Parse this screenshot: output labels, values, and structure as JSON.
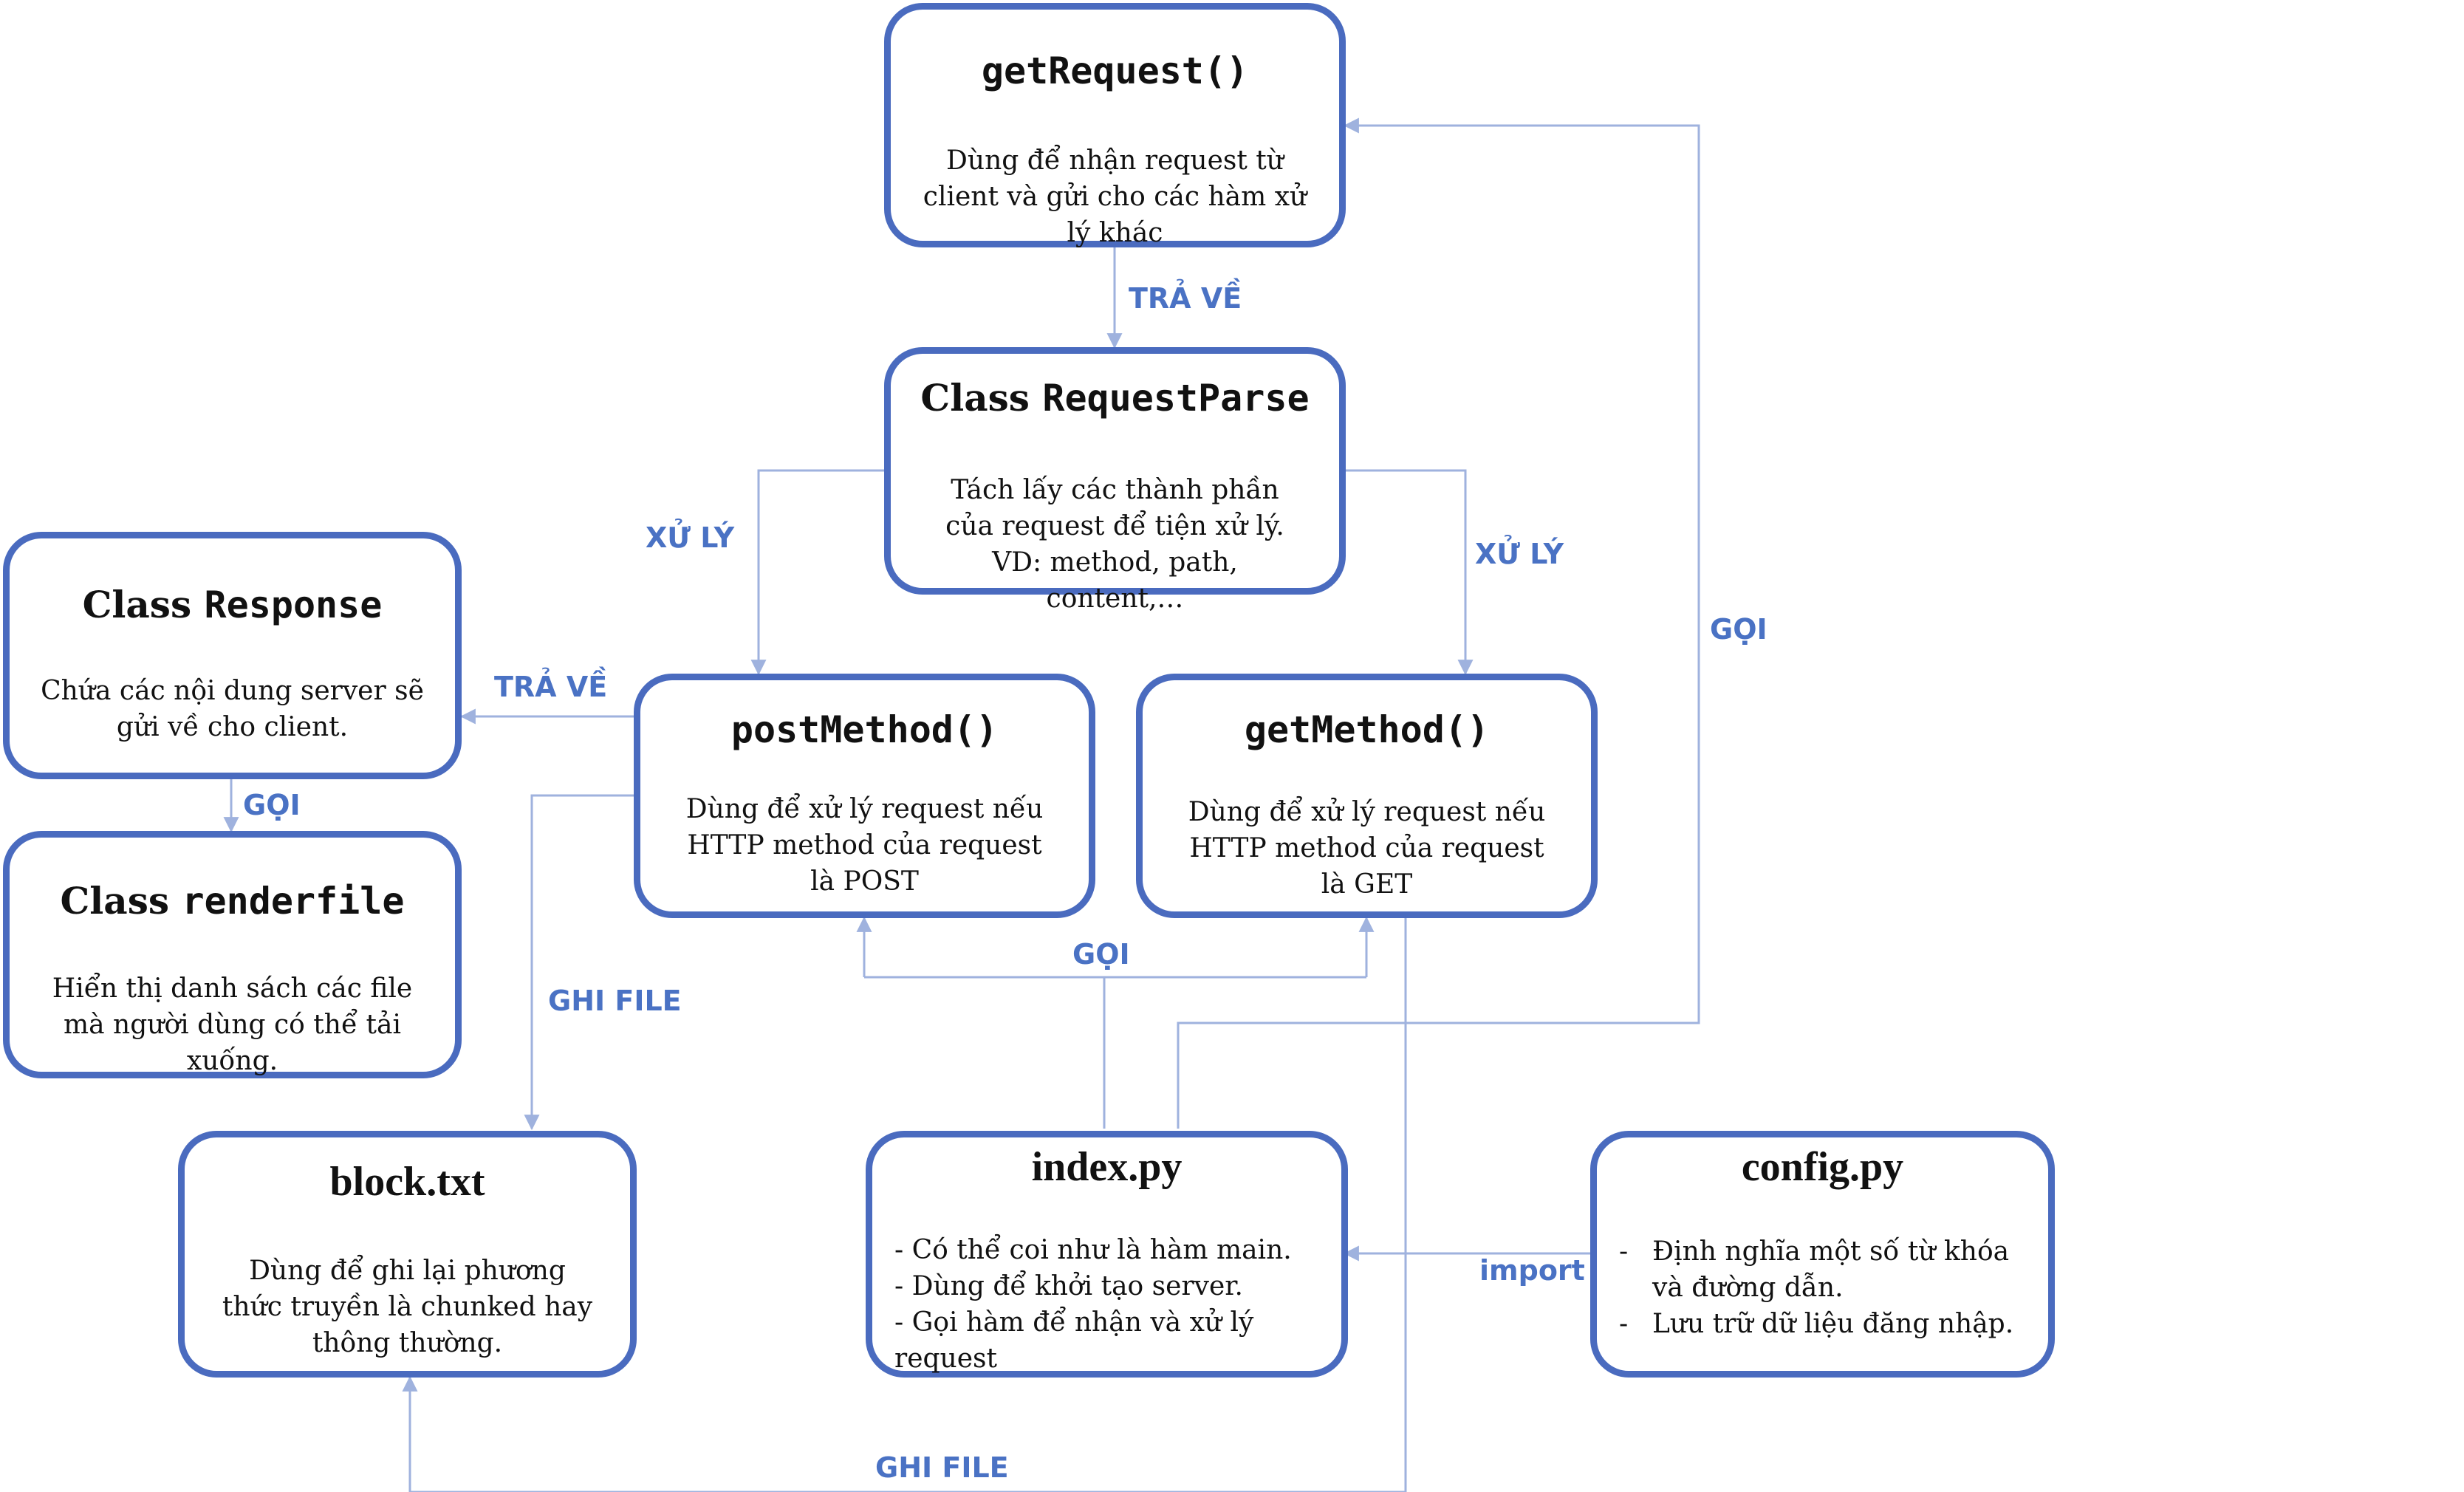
{
  "nodes": {
    "get_request": {
      "title": "getRequest()",
      "desc": "Dùng để nhận request từ client và gửi cho các hàm xử lý khác"
    },
    "request_parse": {
      "title_class": "Class",
      "title_name": "RequestParse",
      "desc": "Tách lấy các thành phần của request để tiện xử lý. VD: method, path, content,…"
    },
    "response": {
      "title_class": "Class",
      "title_name": "Response",
      "desc": "Chứa các nội dung server sẽ gửi về cho client."
    },
    "renderfile": {
      "title_class": "Class",
      "title_name": "renderfile",
      "desc": "Hiển thị danh sách các file mà người dùng có thể tải xuống."
    },
    "post_method": {
      "title": "postMethod()",
      "desc": "Dùng để xử lý request nếu HTTP method của request là POST"
    },
    "get_method": {
      "title": "getMethod()",
      "desc": "Dùng để xử lý request nếu HTTP method của request là GET"
    },
    "block_txt": {
      "title": "block.txt",
      "desc": "Dùng để ghi lại phương thức truyền là chunked hay thông thường."
    },
    "index_py": {
      "title": "index.py",
      "lines": [
        "- Có thể coi như là hàm main.",
        "- Dùng để khởi tạo server.",
        "- Gọi hàm để nhận và xử lý request"
      ]
    },
    "config_py": {
      "title": "config.py",
      "lines": [
        "Định nghĩa một số từ khóa và đường dẫn.",
        "Lưu trữ dữ liệu đăng nhập."
      ]
    }
  },
  "edges": {
    "tra_ve_top": "TRẢ VỀ",
    "xu_ly_left": "XỬ LÝ",
    "xu_ly_right": "XỬ LÝ",
    "goi_right": "GỌI",
    "tra_ve_response": "TRẢ VỀ",
    "goi_response": "GỌI",
    "goi_methods": "GỌI",
    "ghi_file_left": "GHI FILE",
    "ghi_file_bottom": "GHI FILE",
    "import": "import"
  },
  "colors": {
    "box_border": "#4a6bbf",
    "connector": "#9fb2de",
    "label": "#4a72c4"
  }
}
